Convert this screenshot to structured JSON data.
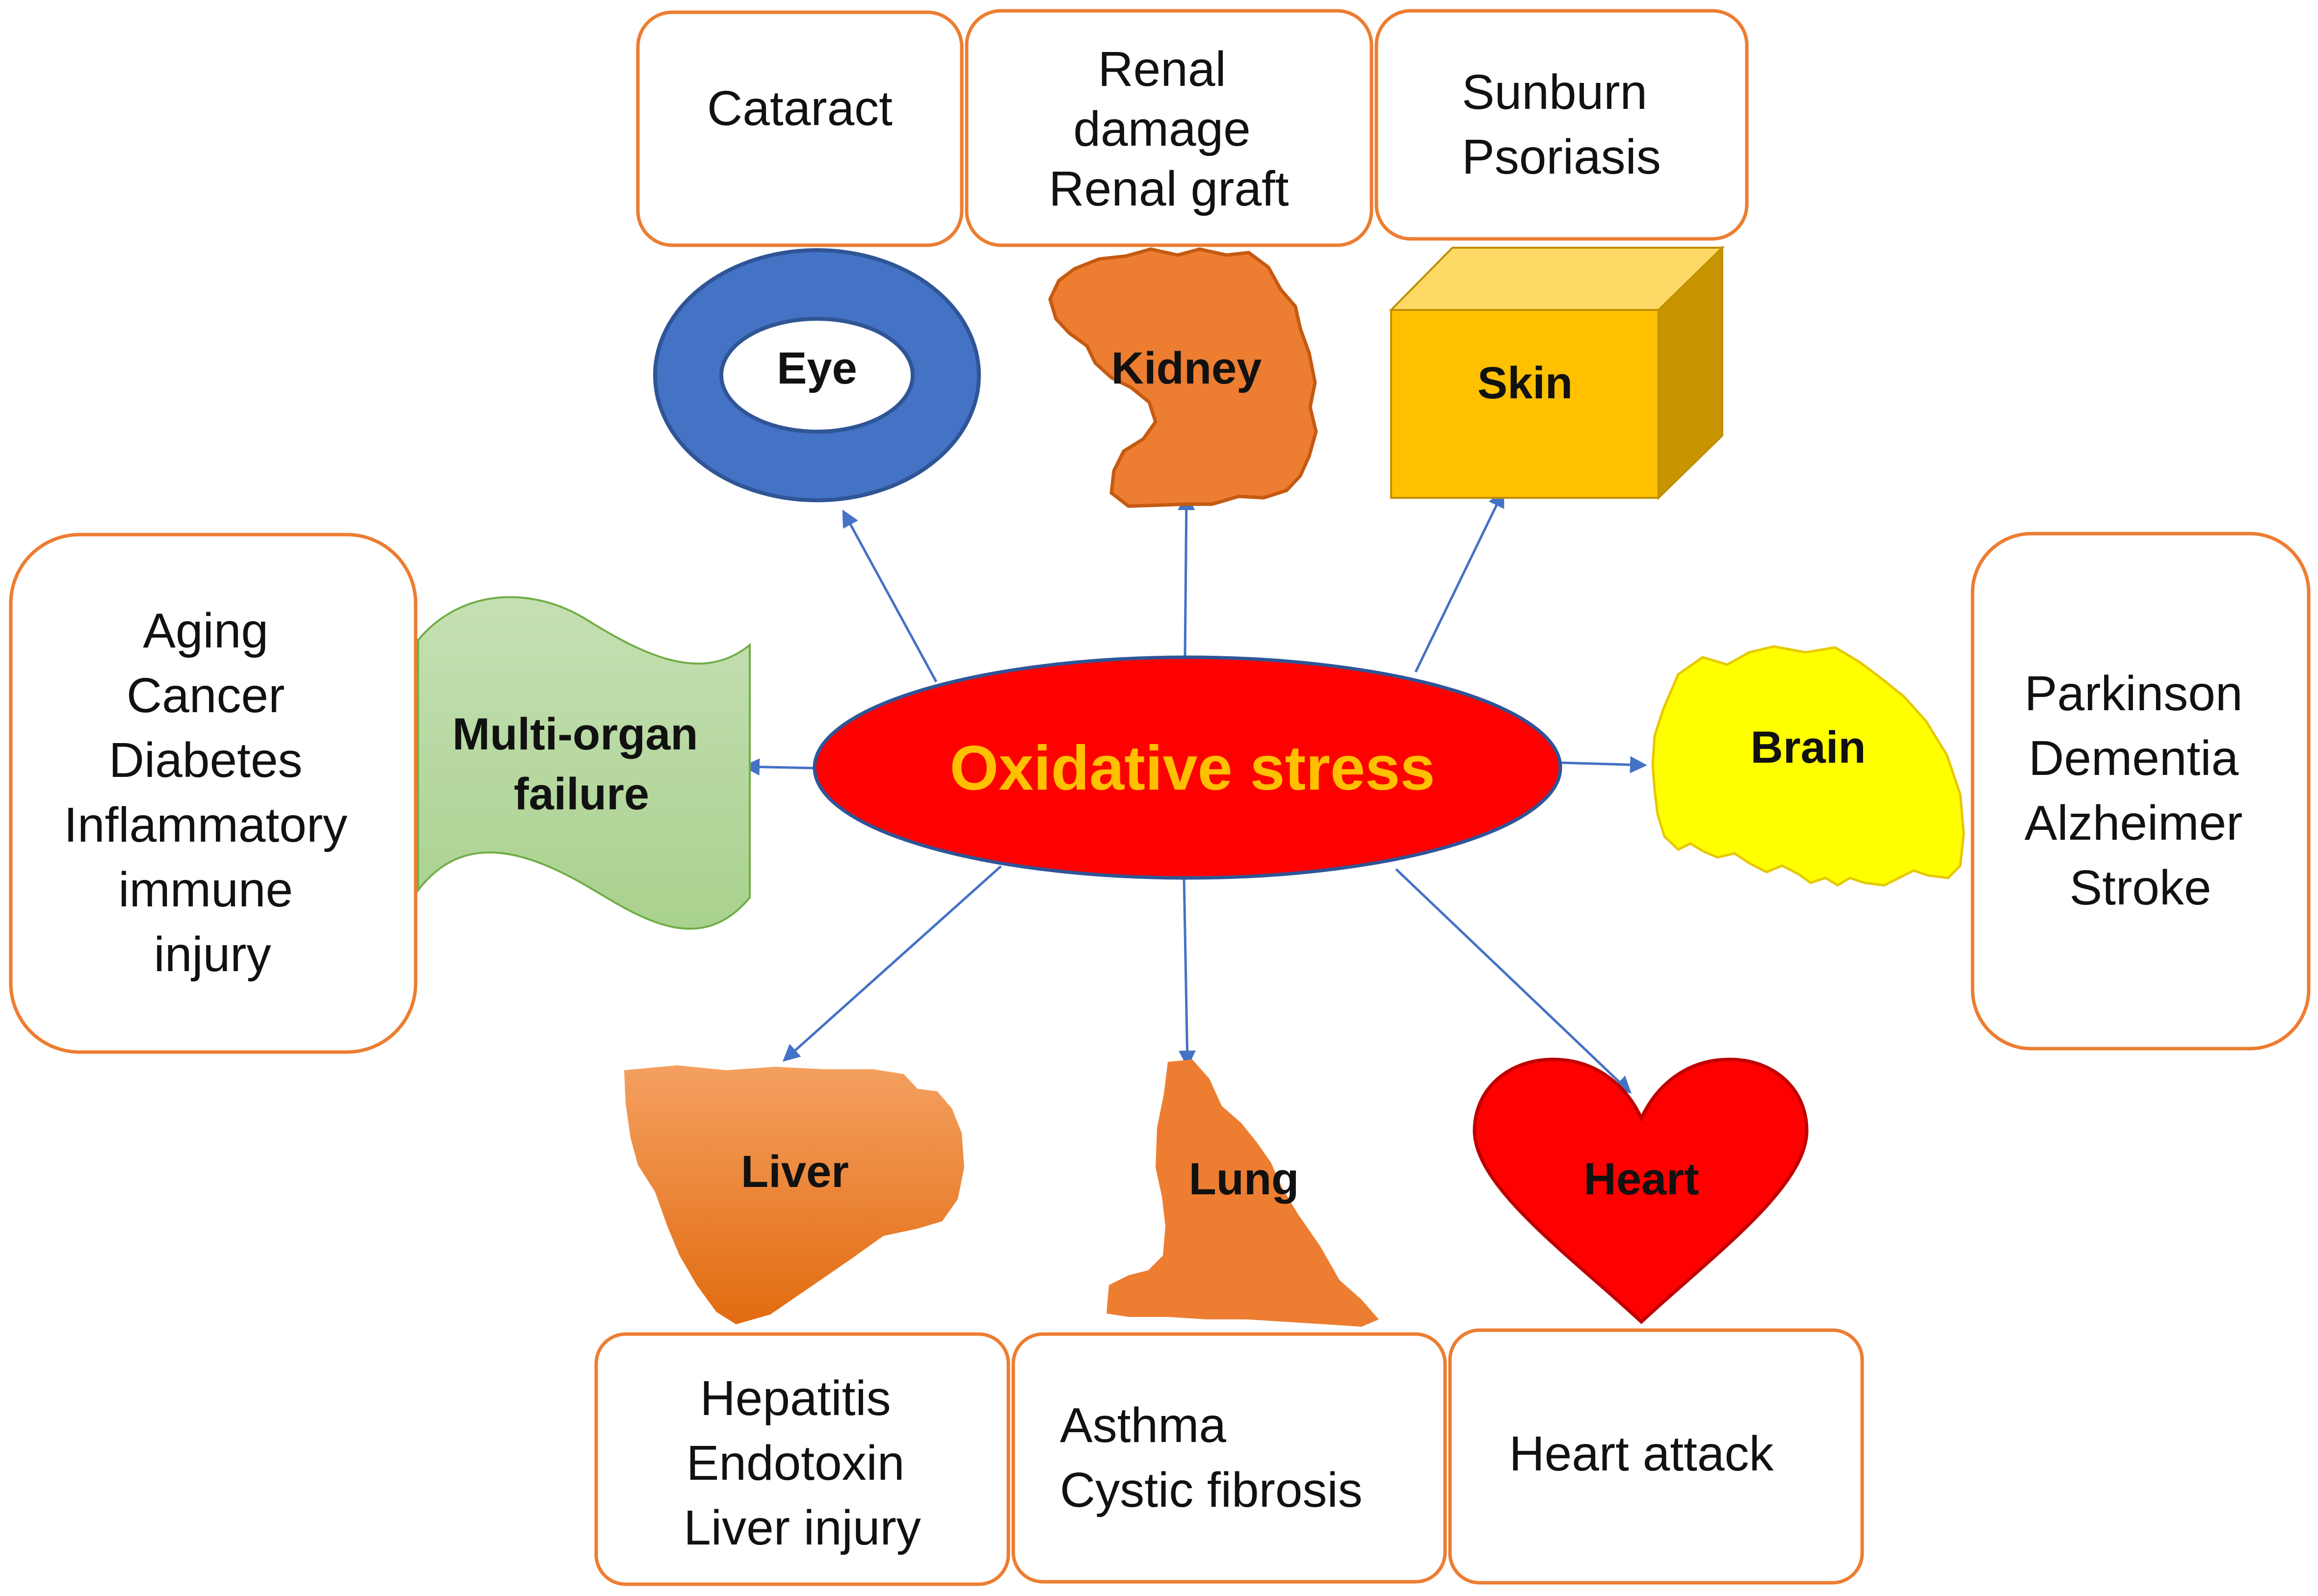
{
  "center": {
    "label": "Oxidative stress",
    "fill": "#ff0000",
    "text_color": "#ffc000",
    "border": "#2f5597"
  },
  "colors": {
    "arrow": "#4472c4",
    "box_border": "#ed7d31"
  },
  "organs": {
    "eye": {
      "label": "Eye",
      "conditions": [
        "Cataract"
      ]
    },
    "kidney": {
      "label": "Kidney",
      "conditions": [
        "Renal",
        "damage",
        "Renal graft"
      ]
    },
    "skin": {
      "label": "Skin",
      "conditions": [
        "Sunburn",
        "Psoriasis"
      ]
    },
    "multi": {
      "label_lines": [
        "Multi-organ",
        "failure"
      ],
      "conditions": [
        "Aging",
        "Cancer",
        "Diabetes",
        "Inflammatory",
        "immune",
        "injury"
      ]
    },
    "brain": {
      "label": "Brain",
      "conditions": [
        "Parkinson",
        "Dementia",
        "Alzheimer",
        "Stroke"
      ]
    },
    "liver": {
      "label": "Liver",
      "conditions": [
        "Hepatitis",
        "Endotoxin",
        "Liver injury"
      ]
    },
    "lung": {
      "label": "Lung",
      "conditions": [
        "Asthma",
        "Cystic fibrosis"
      ]
    },
    "heart": {
      "label": "Heart",
      "conditions": [
        "Heart attack"
      ]
    }
  }
}
